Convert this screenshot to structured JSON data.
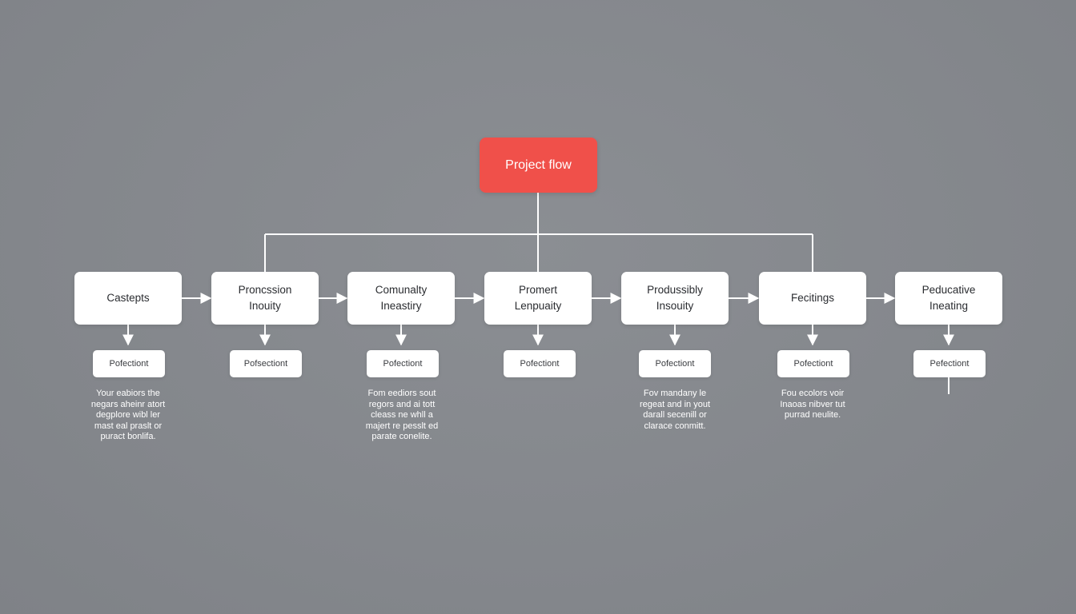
{
  "root": {
    "label": "Project flow"
  },
  "steps": [
    {
      "lines": [
        "Castepts"
      ],
      "sub": "Pofectiont",
      "note": [
        "Your eabiors the",
        "negars aheinr atort",
        "degplore wibl ler",
        "mast eal praslt or",
        "puract bonlifa."
      ]
    },
    {
      "lines": [
        "Proncssion",
        "Inouity"
      ],
      "sub": "Pofsectiont",
      "note": []
    },
    {
      "lines": [
        "Comunalty",
        "Ineastiry"
      ],
      "sub": "Pofectiont",
      "note": [
        "Fom eediors sout",
        "regors and ai tott",
        "cleass ne whll a",
        "majert re pesslt ed",
        "parate conelite."
      ]
    },
    {
      "lines": [
        "Promert",
        "Lenpuaity"
      ],
      "sub": "Pofectiont",
      "note": []
    },
    {
      "lines": [
        "Produssibly",
        "Insouity"
      ],
      "sub": "Pofectiont",
      "note": [
        "Fov mandany le",
        "regeat and in yout",
        "darall secenill or",
        "clarace conmitt."
      ]
    },
    {
      "lines": [
        "Fecitings"
      ],
      "sub": "Pofectiont",
      "note": [
        "Fou ecolors voir",
        "Inaoas nibver tut",
        "purrad neulite."
      ]
    },
    {
      "lines": [
        "Peducative",
        "Ineating"
      ],
      "sub": "Pefectiont",
      "note": []
    }
  ],
  "colors": {
    "root": "#f0504a",
    "line": "#ffffff",
    "node": "#ffffff",
    "background": "#86898e"
  }
}
